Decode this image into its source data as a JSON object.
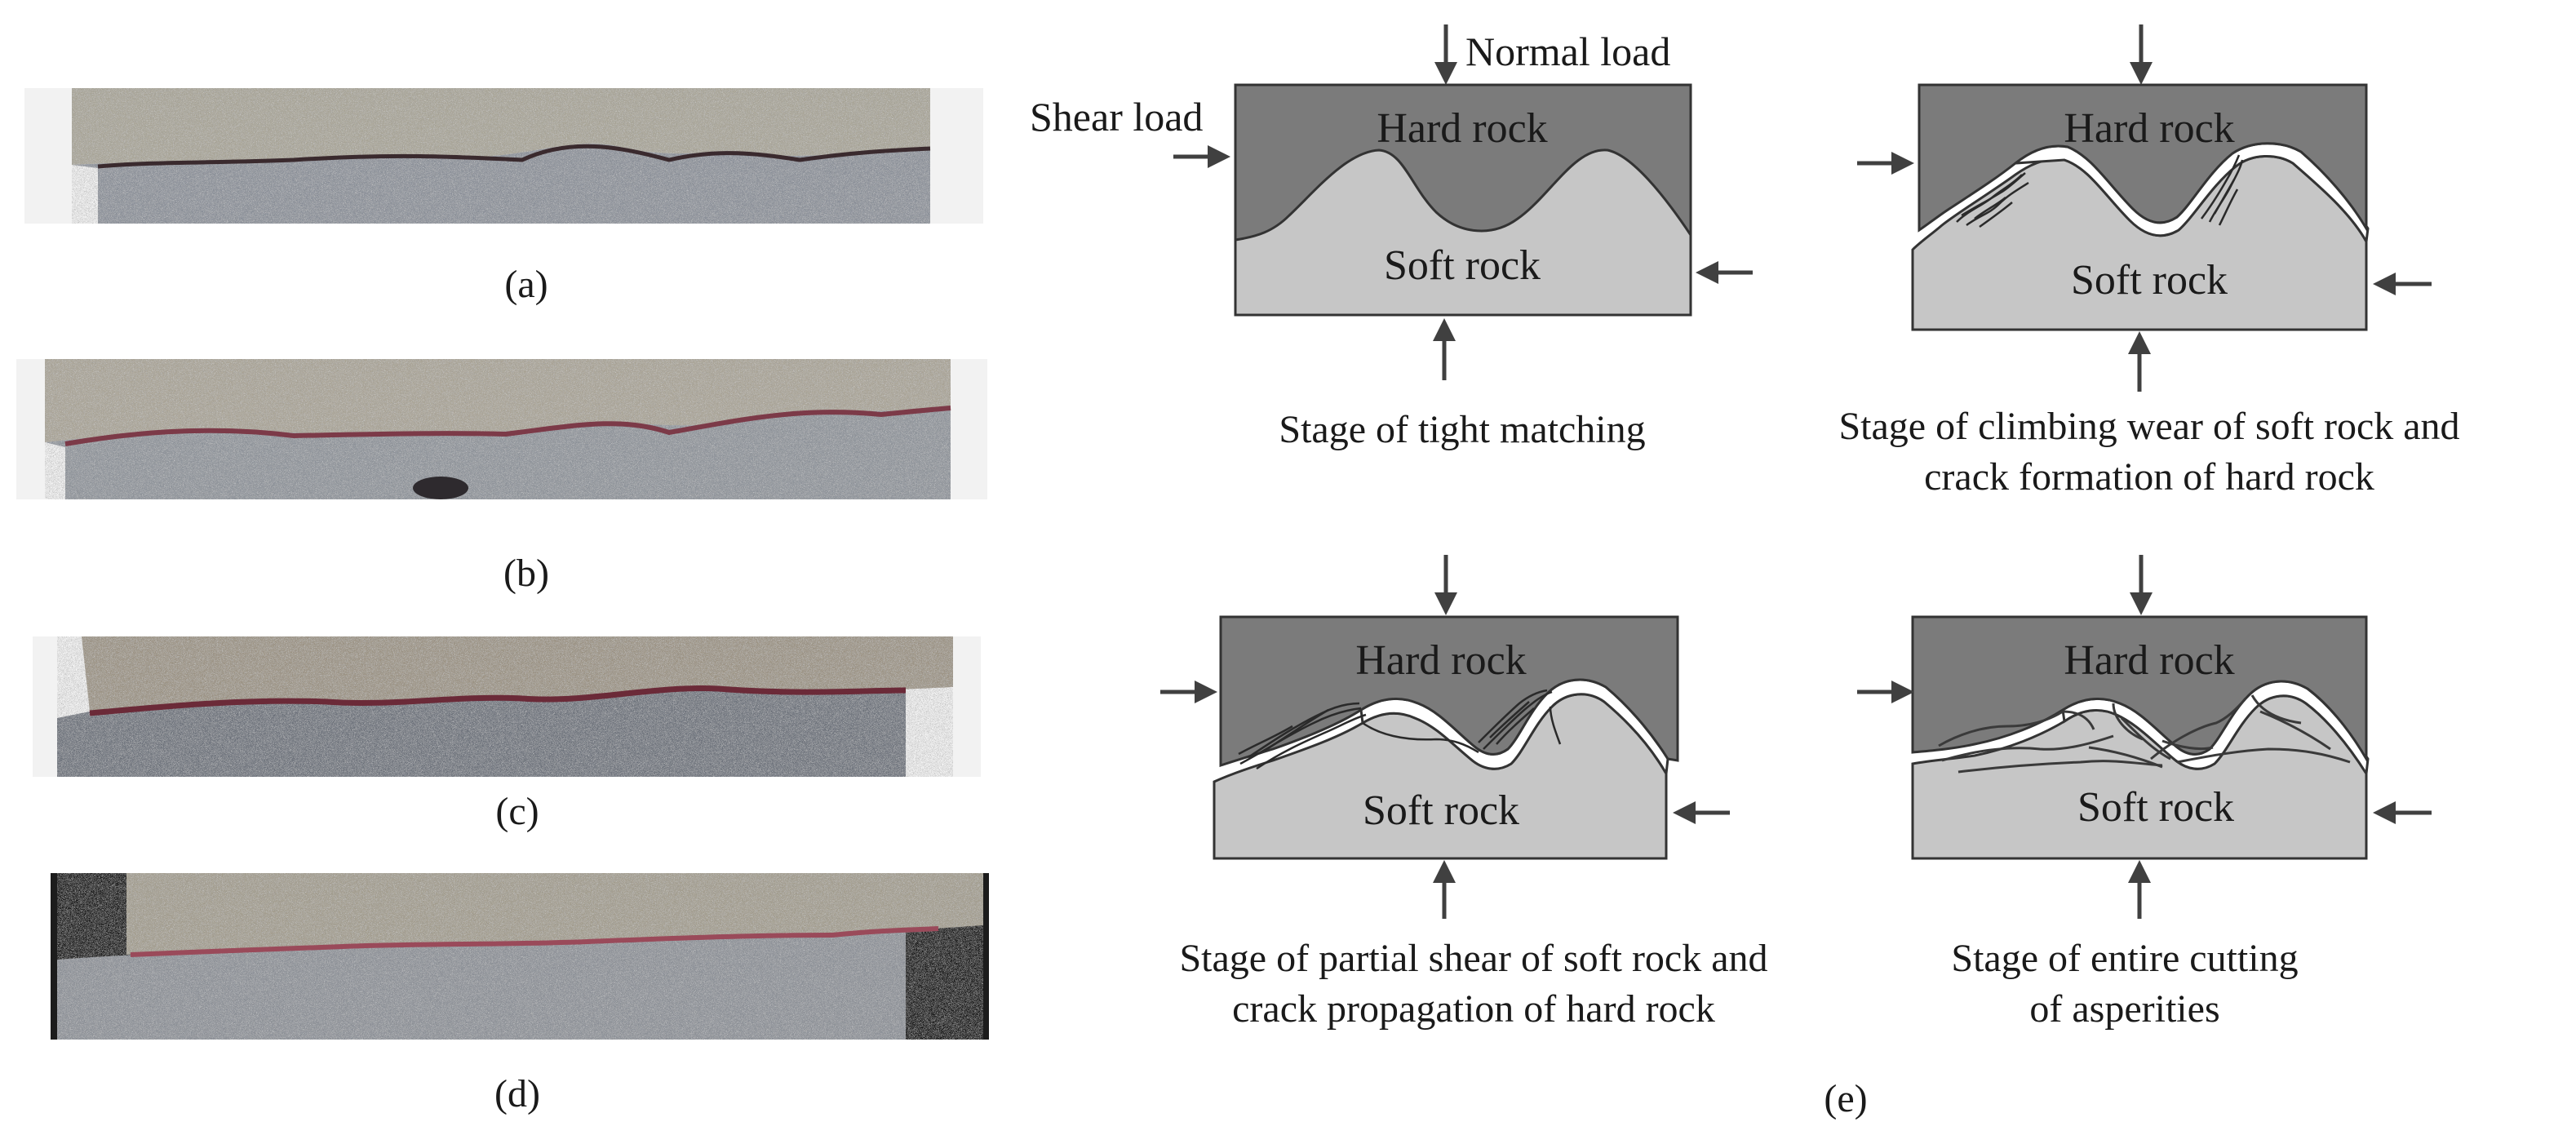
{
  "photo_captions": [
    "(a)",
    "(b)",
    "(c)",
    "(d)"
  ],
  "figure_e_caption": "(e)",
  "labels": {
    "normal_load": "Normal load",
    "shear_load": "Shear load",
    "hard_rock": "Hard rock",
    "soft_rock": "Soft rock"
  },
  "stages": [
    {
      "caption_lines": [
        "Stage of tight matching"
      ]
    },
    {
      "caption_lines": [
        "Stage of climbing wear of soft rock and",
        "crack formation of hard rock"
      ]
    },
    {
      "caption_lines": [
        "Stage of partial shear of soft rock and",
        "crack propagation of hard rock"
      ]
    },
    {
      "caption_lines": [
        "Stage of entire cutting",
        "of asperities"
      ]
    }
  ]
}
